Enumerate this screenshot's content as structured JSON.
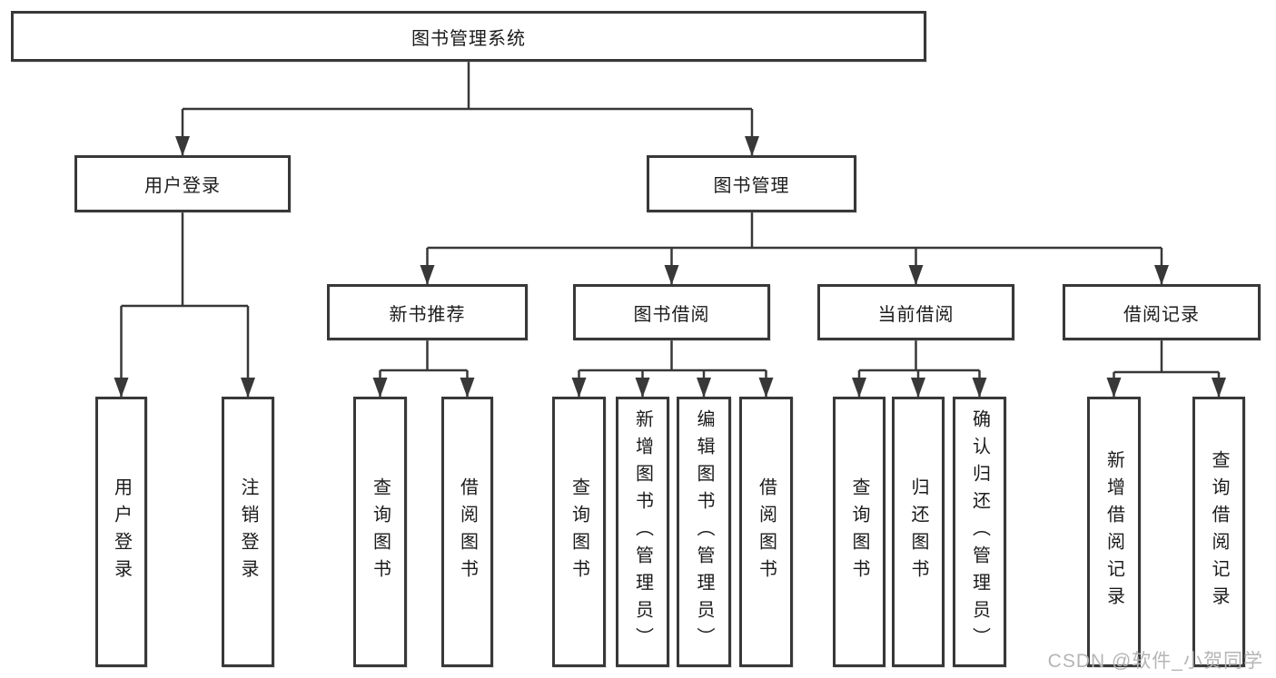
{
  "diagram": {
    "type": "hierarchy-tree",
    "title": "图书管理系统",
    "watermark": "CSDN @软件_小贺同学",
    "colors": {
      "line": "#383838",
      "box_border": "#383838",
      "text": "#1b1b1b",
      "watermark": "#b5b5b5",
      "background": "#ffffff"
    },
    "nodes": {
      "root": {
        "label": "图书管理系统",
        "children": [
          "user_login",
          "book_management"
        ]
      },
      "user_login": {
        "label": "用户登录",
        "children": [
          "user_login_leaf",
          "logout_leaf"
        ]
      },
      "book_management": {
        "label": "图书管理",
        "children": [
          "new_book_recommend",
          "book_borrowing",
          "current_borrowing",
          "borrow_records"
        ]
      },
      "new_book_recommend": {
        "label": "新书推荐",
        "children": [
          "nr_query_books",
          "nr_borrow_books"
        ]
      },
      "book_borrowing": {
        "label": "图书借阅",
        "children": [
          "bb_query_books",
          "bb_add_books",
          "bb_edit_books",
          "bb_borrow_books"
        ]
      },
      "current_borrowing": {
        "label": "当前借阅",
        "children": [
          "cb_query_books",
          "cb_return_books",
          "cb_confirm_return"
        ]
      },
      "borrow_records": {
        "label": "借阅记录",
        "children": [
          "br_add_record",
          "br_query_record"
        ]
      },
      "user_login_leaf": {
        "label": "用户登录"
      },
      "logout_leaf": {
        "label": "注销登录"
      },
      "nr_query_books": {
        "label": "查询图书"
      },
      "nr_borrow_books": {
        "label": "借阅图书"
      },
      "bb_query_books": {
        "label": "查询图书"
      },
      "bb_add_books": {
        "label": "新增图书（管理员）"
      },
      "bb_edit_books": {
        "label": "编辑图书（管理员）"
      },
      "bb_borrow_books": {
        "label": "借阅图书"
      },
      "cb_query_books": {
        "label": "查询图书"
      },
      "cb_return_books": {
        "label": "归还图书"
      },
      "cb_confirm_return": {
        "label": "确认归还（管理员）"
      },
      "br_add_record": {
        "label": "新增借阅记录"
      },
      "br_query_record": {
        "label": "查询借阅记录"
      }
    }
  }
}
